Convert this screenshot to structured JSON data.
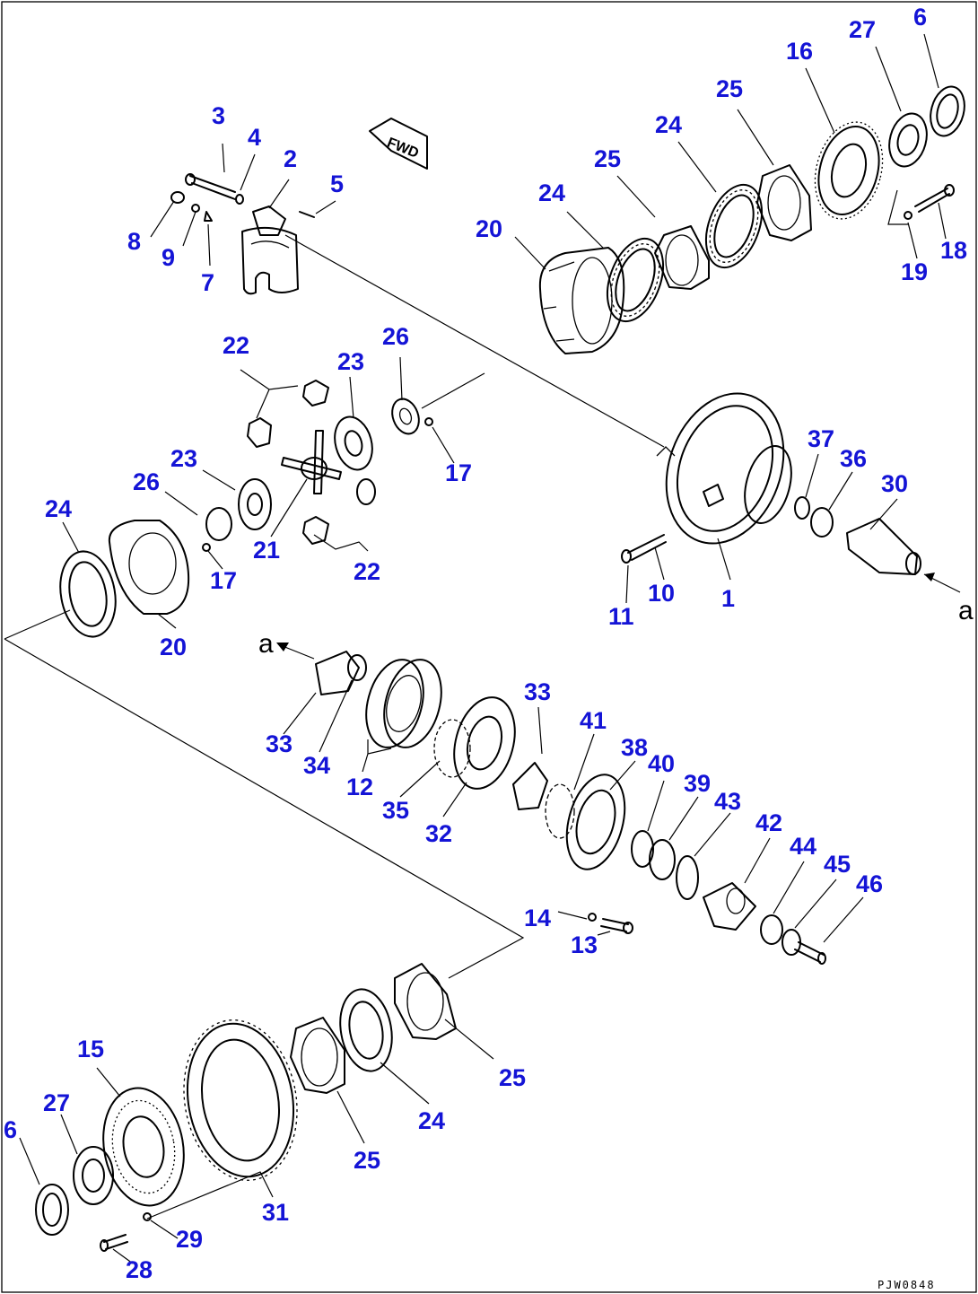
{
  "drawing_code": "PJW0848",
  "arrow_text": "FWD",
  "ref_arrow": "a",
  "callouts": [
    {
      "id": "c1",
      "text": "1"
    },
    {
      "id": "c2",
      "text": "2"
    },
    {
      "id": "c3",
      "text": "3"
    },
    {
      "id": "c4",
      "text": "4"
    },
    {
      "id": "c5",
      "text": "5"
    },
    {
      "id": "c6a",
      "text": "6"
    },
    {
      "id": "c6b",
      "text": "6"
    },
    {
      "id": "c7",
      "text": "7"
    },
    {
      "id": "c8",
      "text": "8"
    },
    {
      "id": "c9",
      "text": "9"
    },
    {
      "id": "c10",
      "text": "10"
    },
    {
      "id": "c11",
      "text": "11"
    },
    {
      "id": "c12",
      "text": "12"
    },
    {
      "id": "c13",
      "text": "13"
    },
    {
      "id": "c14",
      "text": "14"
    },
    {
      "id": "c15",
      "text": "15"
    },
    {
      "id": "c16",
      "text": "16"
    },
    {
      "id": "c17a",
      "text": "17"
    },
    {
      "id": "c17b",
      "text": "17"
    },
    {
      "id": "c18",
      "text": "18"
    },
    {
      "id": "c19",
      "text": "19"
    },
    {
      "id": "c20a",
      "text": "20"
    },
    {
      "id": "c20b",
      "text": "20"
    },
    {
      "id": "c21",
      "text": "21"
    },
    {
      "id": "c22a",
      "text": "22"
    },
    {
      "id": "c22b",
      "text": "22"
    },
    {
      "id": "c23a",
      "text": "23"
    },
    {
      "id": "c23b",
      "text": "23"
    },
    {
      "id": "c24a",
      "text": "24"
    },
    {
      "id": "c24b",
      "text": "24"
    },
    {
      "id": "c24c",
      "text": "24"
    },
    {
      "id": "c24d",
      "text": "24"
    },
    {
      "id": "c25a",
      "text": "25"
    },
    {
      "id": "c25b",
      "text": "25"
    },
    {
      "id": "c25c",
      "text": "25"
    },
    {
      "id": "c25d",
      "text": "25"
    },
    {
      "id": "c26a",
      "text": "26"
    },
    {
      "id": "c26b",
      "text": "26"
    },
    {
      "id": "c27a",
      "text": "27"
    },
    {
      "id": "c27b",
      "text": "27"
    },
    {
      "id": "c28",
      "text": "28"
    },
    {
      "id": "c29",
      "text": "29"
    },
    {
      "id": "c30",
      "text": "30"
    },
    {
      "id": "c31",
      "text": "31"
    },
    {
      "id": "c32",
      "text": "32"
    },
    {
      "id": "c33a",
      "text": "33"
    },
    {
      "id": "c33b",
      "text": "33"
    },
    {
      "id": "c34",
      "text": "34"
    },
    {
      "id": "c35",
      "text": "35"
    },
    {
      "id": "c36",
      "text": "36"
    },
    {
      "id": "c37",
      "text": "37"
    },
    {
      "id": "c38",
      "text": "38"
    },
    {
      "id": "c39",
      "text": "39"
    },
    {
      "id": "c40",
      "text": "40"
    },
    {
      "id": "c41",
      "text": "41"
    },
    {
      "id": "c42",
      "text": "42"
    },
    {
      "id": "c43",
      "text": "43"
    },
    {
      "id": "c44",
      "text": "44"
    },
    {
      "id": "c45",
      "text": "45"
    },
    {
      "id": "c46",
      "text": "46"
    }
  ]
}
